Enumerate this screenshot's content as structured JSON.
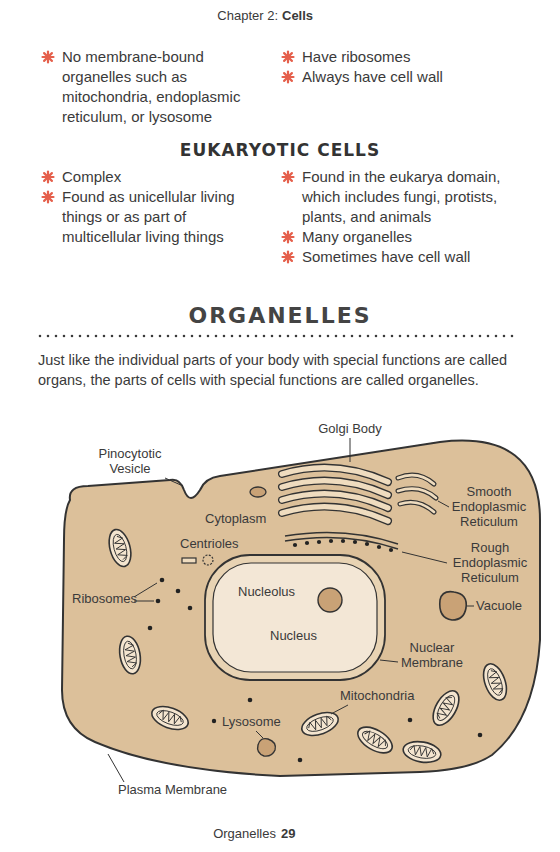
{
  "diagram": {
    "labels": [
      "Chapter 2:",
      "Cells",
      "No membrane-bound organelles such as mitochondria, endoplasmic reticulum, or lysosome",
      "Have ribosomes",
      "Always have cell wall",
      "EUKARYOTIC CELLS",
      "Complex",
      "Found as unicellular living things or as part of multicellular living things",
      "Found in the eukarya domain, which includes fungi, protists, plants, and animals",
      "Many organelles",
      "Sometimes have cell wall",
      "ORGANELLES",
      "Just like the individual parts of your body with special functions are called organs, the parts of cells with special functions are called organelles.",
      "Golgi Body",
      "Pinocytotic Vesicle",
      "Smooth Endoplasmic Reticulum",
      "Cytoplasm",
      "Centrioles",
      "Rough Endoplasmic Reticulum",
      "Ribosomes",
      "Nucleolus",
      "Vacuole",
      "Nucleus",
      "Nuclear Membrane",
      "Mitochondria",
      "Lysosome",
      "Plasma Membrane",
      "Organelles",
      "29"
    ]
  }
}
